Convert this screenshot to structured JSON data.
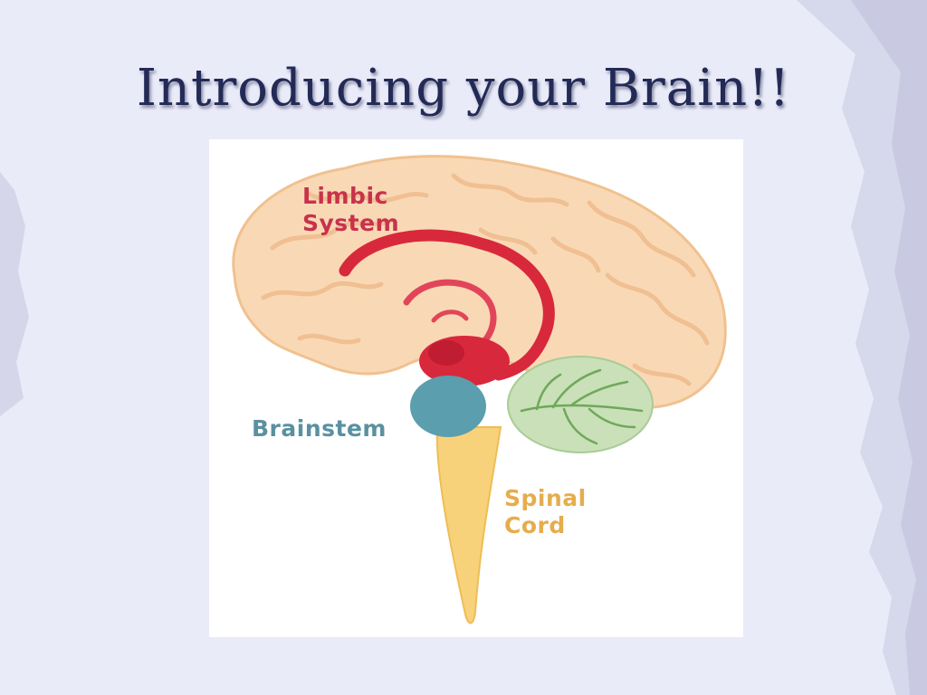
{
  "slide": {
    "title": "Introducing your Brain!!",
    "background_color": "#e9ebf9",
    "title_color": "#232a56"
  },
  "diagram": {
    "labels": [
      {
        "text": "Limbic\nSystem",
        "color": "#c8324c"
      },
      {
        "text": "Brainstem",
        "color": "#5a91a0"
      },
      {
        "text": "Spinal\nCord",
        "color": "#e5ad4e"
      }
    ],
    "colors": {
      "cerebrum": "#f9d9b5",
      "limbic": "#d8283c",
      "brainstem": "#5b9ead",
      "cerebellum": "#c9e0b8",
      "spinal_cord": "#f7d27a"
    }
  }
}
